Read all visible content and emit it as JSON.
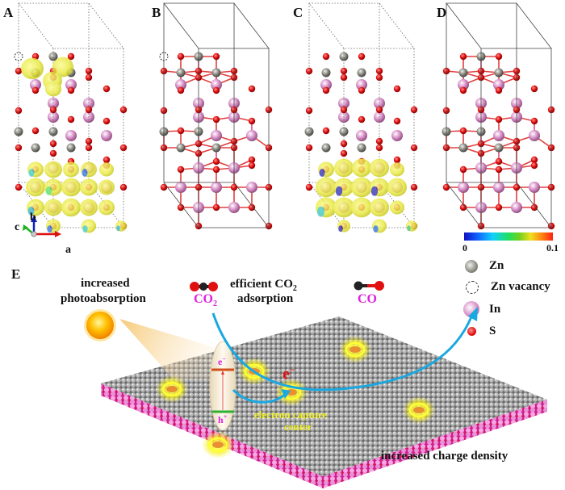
{
  "panels": [
    {
      "id": "A",
      "label": "A",
      "description": "charge density difference, Zn-vacancy slab"
    },
    {
      "id": "B",
      "label": "B",
      "description": "structure with Zn vacancy"
    },
    {
      "id": "C",
      "label": "C",
      "description": "charge density difference, pristine slab"
    },
    {
      "id": "D",
      "label": "D",
      "description": "pristine structure"
    },
    {
      "id": "E",
      "label": "E",
      "description": "photocatalytic CO2 reduction schematic"
    }
  ],
  "axes": {
    "a": "a",
    "b": "b",
    "c": "c"
  },
  "colorbar": {
    "min_label": "0",
    "max_label": "0.1"
  },
  "legend": [
    {
      "symbol": "zn-atom",
      "label": "Zn",
      "color": "#8a8a80"
    },
    {
      "symbol": "zn-vacancy",
      "label": "Zn vacancy",
      "color": "#333333"
    },
    {
      "symbol": "in-atom",
      "label": "In",
      "color": "#d890c8"
    },
    {
      "symbol": "s-atom",
      "label": "S",
      "color": "#e01010"
    }
  ],
  "schematic": {
    "photoabsorption_line1": "increased",
    "photoabsorption_line2": "photoabsorption",
    "co2_adsorption_line1": "efficient CO",
    "co2_adsorption_sub": "2",
    "co2_adsorption_line2": "adsorption",
    "co2_label": "CO",
    "co2_sub": "2",
    "co_label": "CO",
    "electron_label": "e",
    "electron_sup": "−",
    "band_e_label": "e",
    "band_e_sup": "−",
    "band_h_label": "h",
    "band_h_sup": "+",
    "capture_line1": "electron capture",
    "capture_line2": "center",
    "charge_density": "increased charge density"
  },
  "colors": {
    "magenta": "#e020e0",
    "arrow": "#1aa8e0",
    "yellow": "#f0f020",
    "electron_red": "#e01010"
  }
}
